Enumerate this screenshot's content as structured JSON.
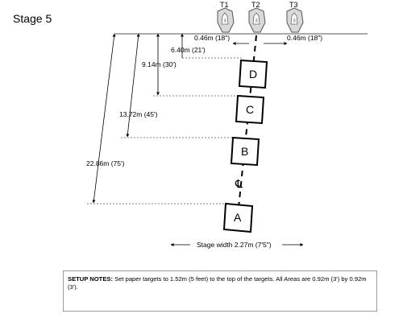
{
  "title": "Stage 5",
  "targets": [
    {
      "label": "T1"
    },
    {
      "label": "T2"
    },
    {
      "label": "T3"
    }
  ],
  "spacing": {
    "left": "0.46m (18\")",
    "right": "0.46m (18\")"
  },
  "distances": [
    {
      "label": "6.40m (21')"
    },
    {
      "label": "9.14m (30')"
    },
    {
      "label": "13.72m (45')"
    },
    {
      "label": "22.86m (75')"
    }
  ],
  "areas": [
    "D",
    "C",
    "B",
    "A"
  ],
  "centerline_symbol": "℄",
  "stage_width": "Stage width 2.27m (7'5\")",
  "setup_notes": {
    "heading": "SETUP NOTES:",
    "text": " Set paper targets to 1.52m (5 feet) to the top of the targets.  All Areas are 0.92m (3') by 0.92m (3')."
  }
}
